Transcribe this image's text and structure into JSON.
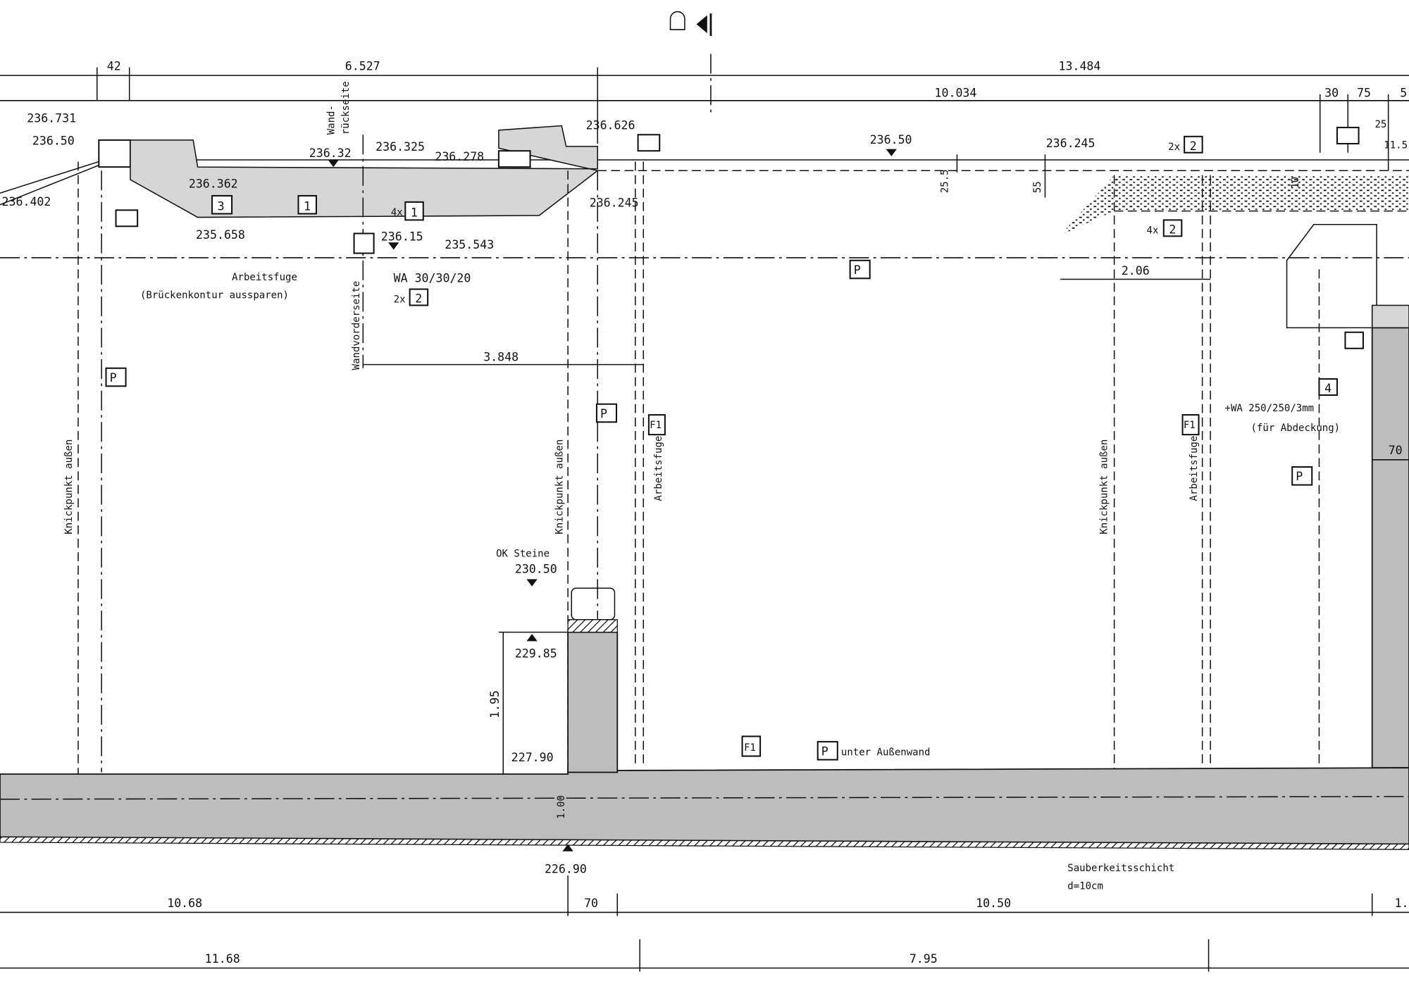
{
  "top_marker": {
    "section_symbol": "section-mark-icon"
  },
  "dimensions_top": {
    "d42": "42",
    "d6527": "6.527",
    "d13484": "13.484",
    "d10034": "10.034",
    "d30": "30",
    "d75": "75",
    "d5": "5",
    "d25": "25",
    "d115": "11.5"
  },
  "elevations": {
    "e236731": "236.731",
    "e23650a": "236.50",
    "e236402": "236.402",
    "e236362": "236.362",
    "e235658": "235.658",
    "e23632": "236.32",
    "e236325": "236.325",
    "e236278": "236.278",
    "e236626": "236.626",
    "e236245a": "236.245",
    "e235543": "235.543",
    "e23615": "236.15",
    "e23650b": "236.50",
    "e236245b": "236.245",
    "e22790": "227.90",
    "e22985": "229.85",
    "e23050": "230.50",
    "e22690": "226.90"
  },
  "labels": {
    "wand_rueckseite_1": "Wand-",
    "wand_rueckseite_2": "rückseite",
    "wandvorderseite": "Wandvorderseite",
    "arbeitsfuge": "Arbeitsfuge",
    "brueckenkontur": "(Brückenkontur aussparen)",
    "wa_30": "WA 30/30/20",
    "x2": "2x",
    "x4": "4x",
    "knickpunkt": "Knickpunkt außen",
    "arbeitsfuge_v": "Arbeitsfuge",
    "ok_steine": "OK Steine",
    "unter_aussenwand": "unter Außenwand",
    "sauberkeit": "Sauberkeitsschicht",
    "d10cm": "d=10cm",
    "wa_250": "+WA 250/250/3mm",
    "fuer_abdeckung": "(für Abdeckung)"
  },
  "dimensions_inner": {
    "d3848": "3.848",
    "d206": "2.06",
    "d195": "1.95",
    "d100": "1.00",
    "d255": "25.5",
    "d55": "55",
    "d70r": "70",
    "d10v": "10"
  },
  "dimensions_bottom": {
    "d1068": "10.68",
    "d70": "70",
    "d1050": "10.50",
    "d1x": "1.",
    "d1168": "11.68",
    "d795": "7.95"
  },
  "markers": {
    "m1": "1",
    "m2": "2",
    "m3": "3",
    "m4": "4",
    "f1": "F1",
    "p": "P"
  }
}
